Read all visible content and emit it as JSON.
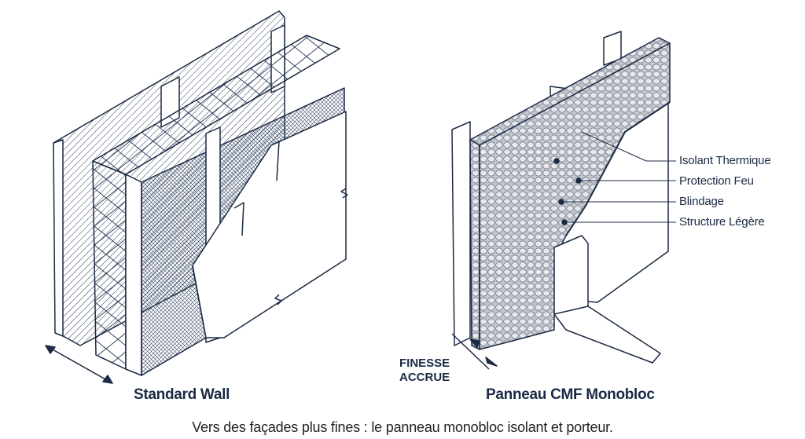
{
  "left_wall": {
    "title": "Standard Wall"
  },
  "right_panel": {
    "title": "Panneau CMF Monobloc",
    "callouts": [
      "Isolant Thermique",
      "Protection Feu",
      "Blindage",
      "Structure Légère"
    ],
    "thickness_label_line1": "FINESSE",
    "thickness_label_line2": "ACCRUE"
  },
  "caption": "Vers des façades plus fines : le panneau monobloc isolant et porteur.",
  "colors": {
    "ink": "#1b2a44",
    "panel_fill": "#c9ccd2",
    "white": "#ffffff"
  }
}
